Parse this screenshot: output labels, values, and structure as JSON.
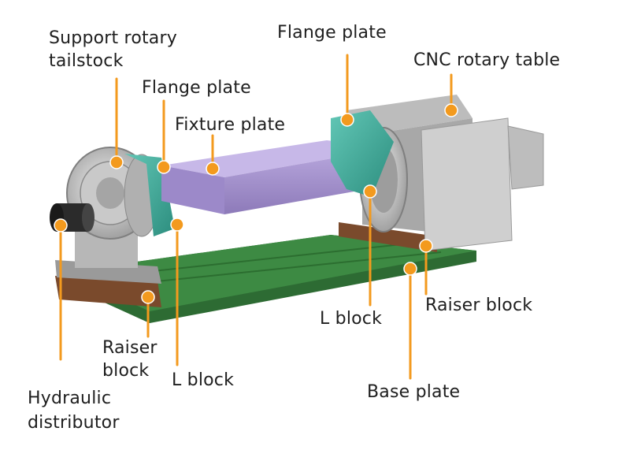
{
  "diagram": {
    "accent_color": "#f39a1e",
    "labels": {
      "support_rotary_tailstock": [
        "Support rotary",
        "tailstock"
      ],
      "flange_plate_left": "Flange plate",
      "fixture_plate": "Fixture plate",
      "flange_plate_top": "Flange plate",
      "cnc_rotary_table": "CNC rotary table",
      "raiser_block_right": "Raiser block",
      "l_block_center": "L block",
      "raiser_block_left": [
        "Raiser",
        "block"
      ],
      "l_block_left": "L block",
      "base_plate": "Base plate",
      "hydraulic_distributor": [
        "Hydraulic",
        "distributor"
      ]
    }
  }
}
